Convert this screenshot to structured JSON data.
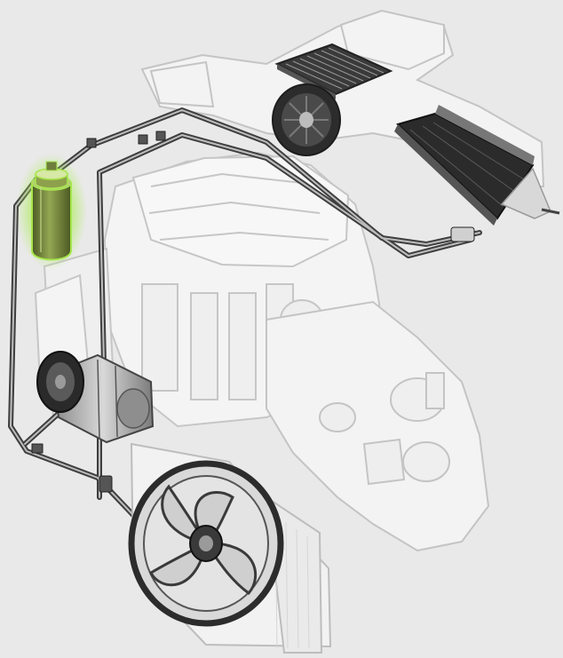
{
  "diagram": {
    "components": [
      {
        "id": "hvac-housing",
        "icon": "hvac-housing-icon"
      },
      {
        "id": "cabin-filter",
        "icon": "cabin-filter-icon"
      },
      {
        "id": "blower-fan",
        "icon": "blower-fan-icon"
      },
      {
        "id": "evaporator",
        "icon": "evaporator-icon"
      },
      {
        "id": "engine-block",
        "icon": "engine-block-icon"
      },
      {
        "id": "gearbox",
        "icon": "gearbox-icon"
      },
      {
        "id": "ac-compressor",
        "icon": "ac-compressor-icon"
      },
      {
        "id": "condenser",
        "icon": "condenser-icon"
      },
      {
        "id": "cooling-fan",
        "icon": "cooling-fan-icon"
      },
      {
        "id": "receiver-drier",
        "icon": "receiver-drier-icon",
        "highlighted": true
      }
    ],
    "colors": {
      "background": "#e9e9e9",
      "ghost_fill": "#f3f3f3",
      "ghost_stroke": "#c4c4c4",
      "dark_part": "#2e2e2e",
      "pipe_outer": "#3f3f3f",
      "pipe_inner": "#bdbdbd",
      "highlight_glow": "#b6f05a",
      "highlight_body": "#6f7e3c"
    }
  }
}
